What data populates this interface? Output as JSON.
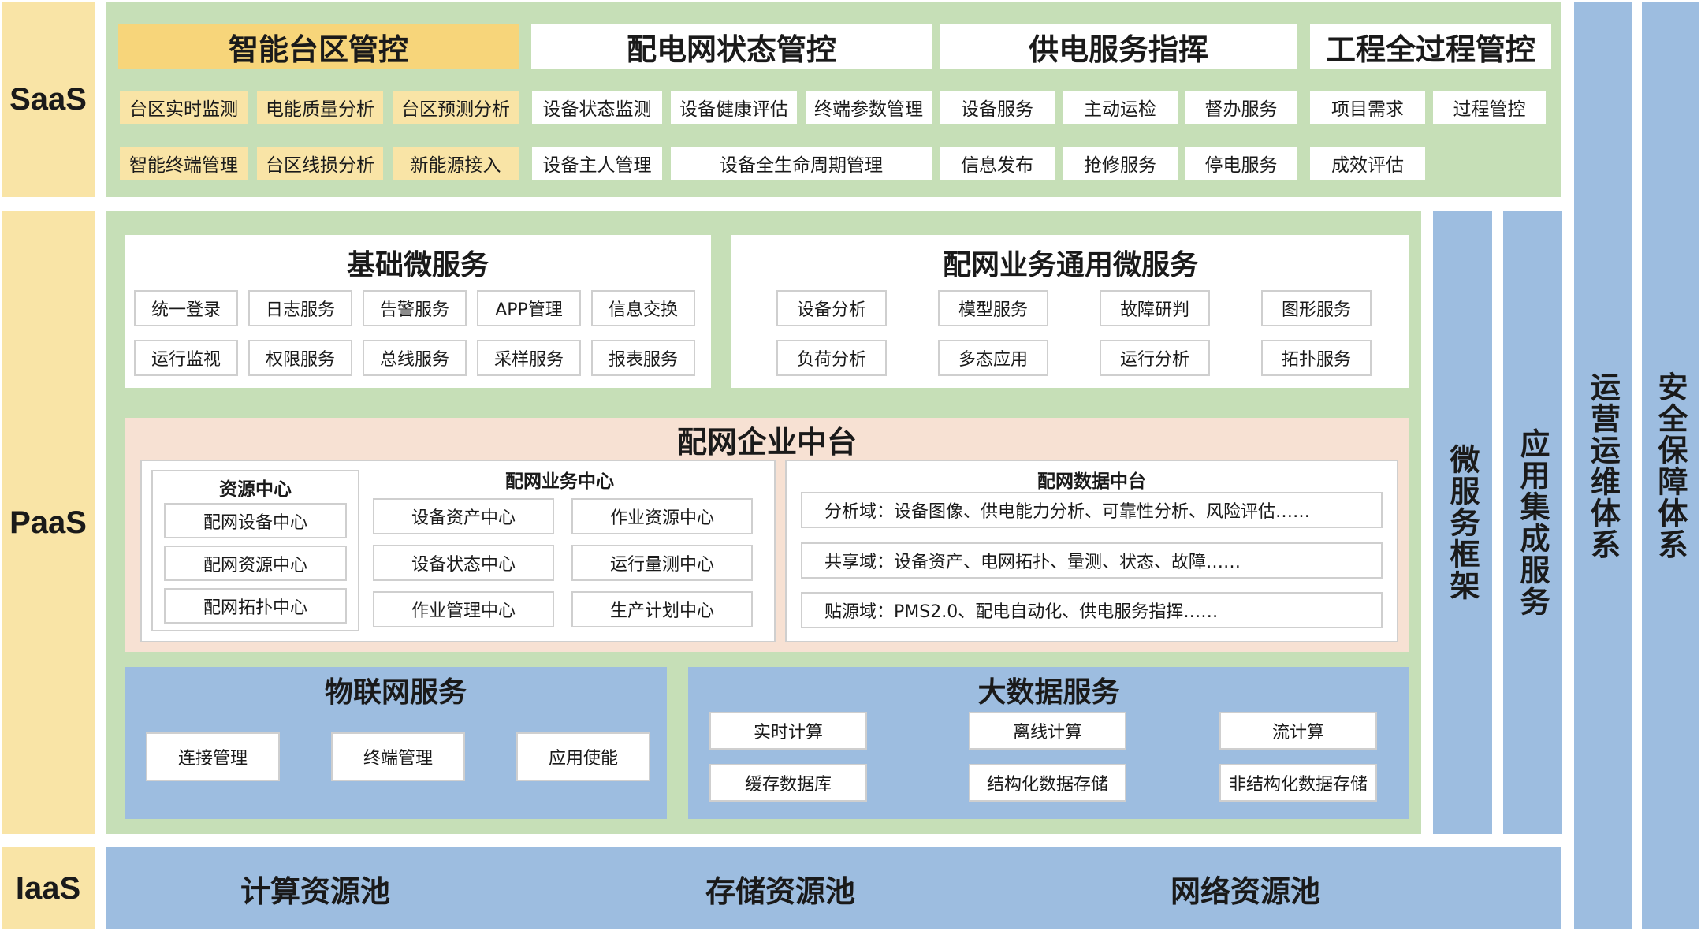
{
  "layers": {
    "saas": "SaaS",
    "paas": "PaaS",
    "iaas": "IaaS"
  },
  "saas": {
    "groups": [
      {
        "title": "智能台区管控",
        "rows": [
          [
            "台区实时监测",
            "电能质量分析",
            "台区预测分析"
          ],
          [
            "智能终端管理",
            "台区线损分析",
            "新能源接入"
          ]
        ]
      },
      {
        "title": "配电网状态管控",
        "rows": [
          [
            "设备状态监测",
            "设备健康评估",
            "终端参数管理"
          ],
          [
            "设备主人管理",
            "设备全生命周期管理"
          ]
        ]
      },
      {
        "title": "供电服务指挥",
        "rows": [
          [
            "设备服务",
            "主动运检",
            "督办服务"
          ],
          [
            "信息发布",
            "抢修服务",
            "停电服务"
          ]
        ]
      },
      {
        "title": "工程全过程管控",
        "rows": [
          [
            "项目需求",
            "过程管控"
          ],
          [
            "成效评估"
          ]
        ]
      }
    ]
  },
  "paas": {
    "basic": {
      "title": "基础微服务",
      "items": [
        "统一登录",
        "日志服务",
        "告警服务",
        "APP管理",
        "信息交换",
        "运行监视",
        "权限服务",
        "总线服务",
        "采样服务",
        "报表服务"
      ]
    },
    "common": {
      "title": "配网业务通用微服务",
      "items": [
        "设备分析",
        "模型服务",
        "故障研判",
        "图形服务",
        "负荷分析",
        "多态应用",
        "运行分析",
        "拓扑服务"
      ]
    },
    "platform": {
      "title": "配网企业中台",
      "resource": {
        "title": "资源中心",
        "items": [
          "配网设备中心",
          "配网资源中心",
          "配网拓扑中心"
        ]
      },
      "business": {
        "title": "配网业务中心",
        "items": [
          "设备资产中心",
          "作业资源中心",
          "设备状态中心",
          "运行量测中心",
          "作业管理中心",
          "生产计划中心"
        ]
      },
      "data": {
        "title": "配网数据中台",
        "items": [
          "分析域：设备图像、供电能力分析、可靠性分析、风险评估……",
          "共享域：设备资产、电网拓扑、量测、状态、故障……",
          "贴源域：PMS2.0、配电自动化、供电服务指挥……"
        ]
      }
    },
    "iot": {
      "title": "物联网服务",
      "items": [
        "连接管理",
        "终端管理",
        "应用使能"
      ]
    },
    "bigdata": {
      "title": "大数据服务",
      "items": [
        "实时计算",
        "离线计算",
        "流计算",
        "缓存数据库",
        "结构化数据存储",
        "非结构化数据存储"
      ]
    }
  },
  "side": {
    "micro": "微服务框架",
    "integration": "应用集成服务",
    "ops": "运营运维体系",
    "security": "安全保障体系"
  },
  "iaas": {
    "items": [
      "计算资源池",
      "存储资源池",
      "网络资源池"
    ]
  },
  "colors": {
    "layer_yellow": "#f9e4a6",
    "title_yellow": "#f7d57a",
    "green": "#c6dfb7",
    "blue": "#9dbde0",
    "peach": "#f7e1d3"
  }
}
